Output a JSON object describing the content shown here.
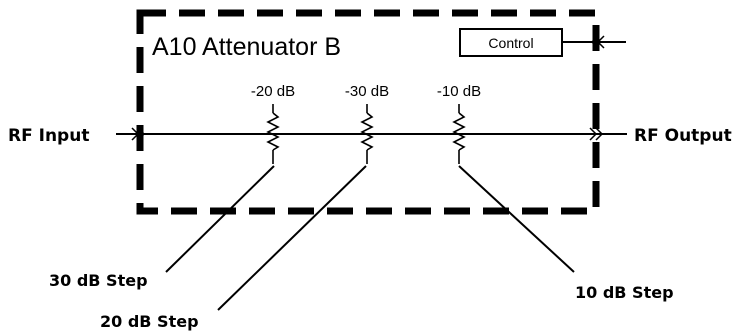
{
  "module": {
    "title": "A10 Attenuator B",
    "control_label": "Control"
  },
  "signal": {
    "input_label": "RF Input",
    "output_label": "RF Output"
  },
  "attenuators": [
    {
      "value_label": "-20 dB",
      "step_label": "30 dB Step"
    },
    {
      "value_label": "-30 dB",
      "step_label": "20 dB Step"
    },
    {
      "value_label": "-10 dB",
      "step_label": "10 dB Step"
    }
  ],
  "colors": {
    "line": "#000000",
    "background": "#ffffff"
  },
  "icons": [
    "double-chevron-arrow-icon",
    "resistor-icon"
  ]
}
